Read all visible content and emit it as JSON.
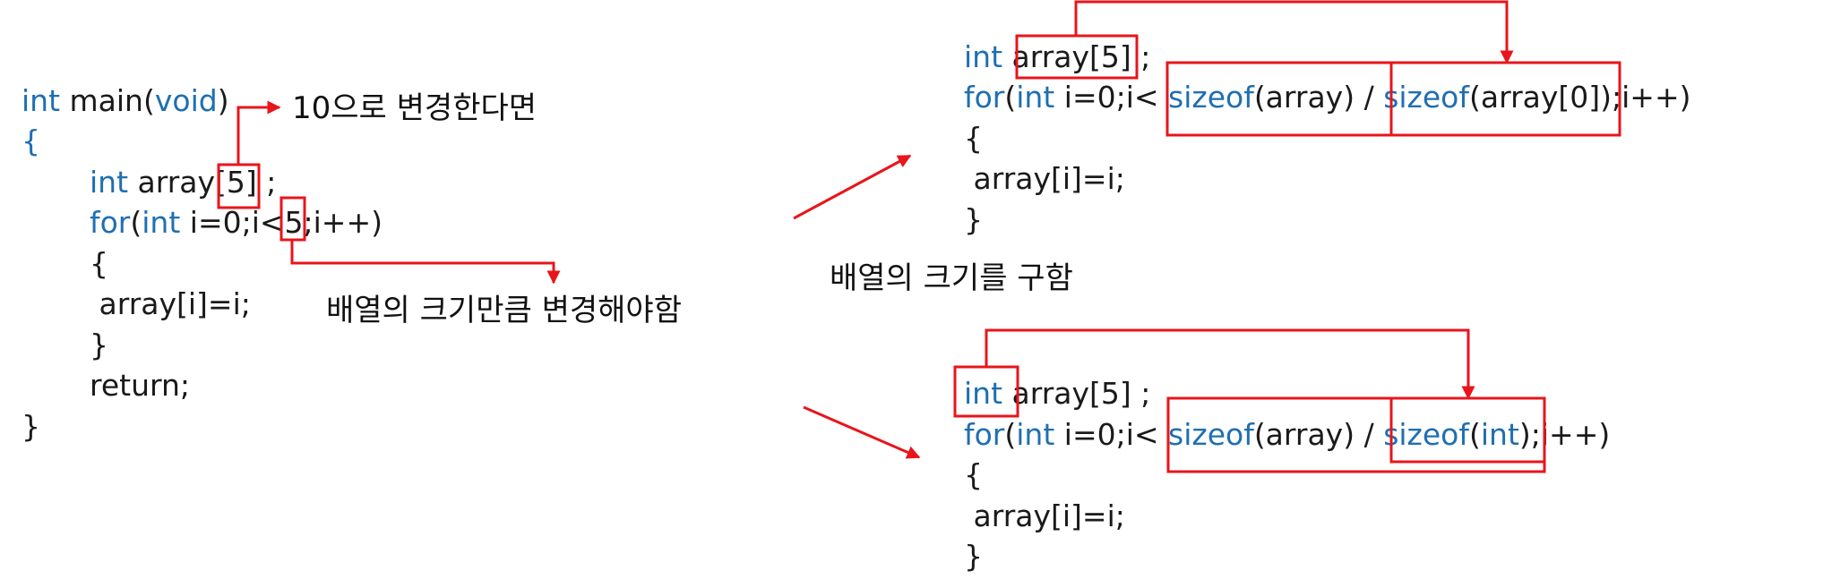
{
  "colors": {
    "keyword": "#1f6fb2",
    "text": "#1a1a1a",
    "annotation": "#e8151b"
  },
  "left_code": {
    "l1_kw": "int",
    "l1_txt": " main(",
    "l1_kw2": "void",
    "l1_txt2": ")",
    "l2": "{",
    "l3_kw": "int",
    "l3_txt": " array[5] ;",
    "l4_kw": "for",
    "l4_txt": "(",
    "l4_kw2": "int",
    "l4_txt2": " i=0;i<5;i++)",
    "l5": "{",
    "l6": " array[i]=i;",
    "l7": "}",
    "l8": "return;",
    "l9": "}"
  },
  "top_code": {
    "l1_kw": "int",
    "l1_txt": " array[5] ;",
    "l2_kw": "for",
    "l2_txt": "(",
    "l2_kw2": "int",
    "l2_txt2": " i=0;i< ",
    "l2_kw3": "sizeof",
    "l2_txt3": "(array) / ",
    "l2_kw4": "sizeof",
    "l2_txt4": "(array[0]);i++)",
    "l3": "{",
    "l4": " array[i]=i;",
    "l5": "}"
  },
  "bottom_code": {
    "l1_kw": "int",
    "l1_txt": " array[5] ;",
    "l2_kw": "for",
    "l2_txt": "(",
    "l2_kw2": "int",
    "l2_txt2": " i=0;i< ",
    "l2_kw3": "sizeof",
    "l2_txt3": "(array) / ",
    "l2_kw4": "sizeof",
    "l2_txt4": "(",
    "l2_kw5": "int",
    "l2_txt5": ");i++)",
    "l3": "{",
    "l4": " array[i]=i;",
    "l5": "}"
  },
  "annotations": {
    "change_to_10": "10으로 변경한다면",
    "must_change": "배열의 크기만큼 변경해야함",
    "compute_size": "배열의 크기를 구함"
  }
}
